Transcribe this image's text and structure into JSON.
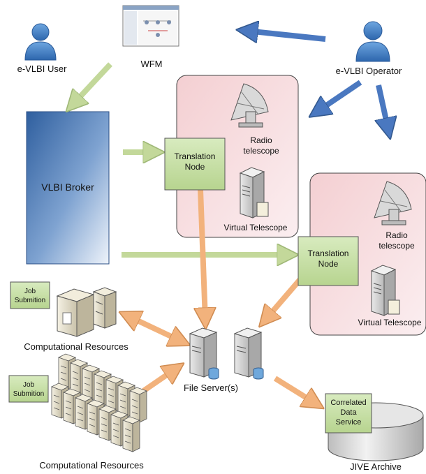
{
  "labels": {
    "user": "e-VLBI User",
    "wfm": "WFM",
    "operator": "e-VLBI Operator",
    "broker": "VLBI Broker",
    "radio_telescope": [
      "Radio",
      "telescope"
    ],
    "translation_node": [
      "Translation",
      "Node"
    ],
    "virtual_telescope": "Virtual Telescope",
    "job_submition": [
      "Job",
      "Submition"
    ],
    "computational_resources": "Computational Resources",
    "file_servers": "File Server(s)",
    "correlated_data_service": [
      "Correlated",
      "Data",
      "Service"
    ],
    "jive_archive": "JIVE Archive"
  },
  "colors": {
    "broker_blue": "#3f6fb0",
    "node_green": "#c6dea4",
    "telescope_panel_pink": "#f2c8cc",
    "arrow_green": "#c3d89a",
    "arrow_blue": "#4a78c0",
    "arrow_orange": "#f2b27c",
    "person_blue": "#3f7fc8"
  }
}
